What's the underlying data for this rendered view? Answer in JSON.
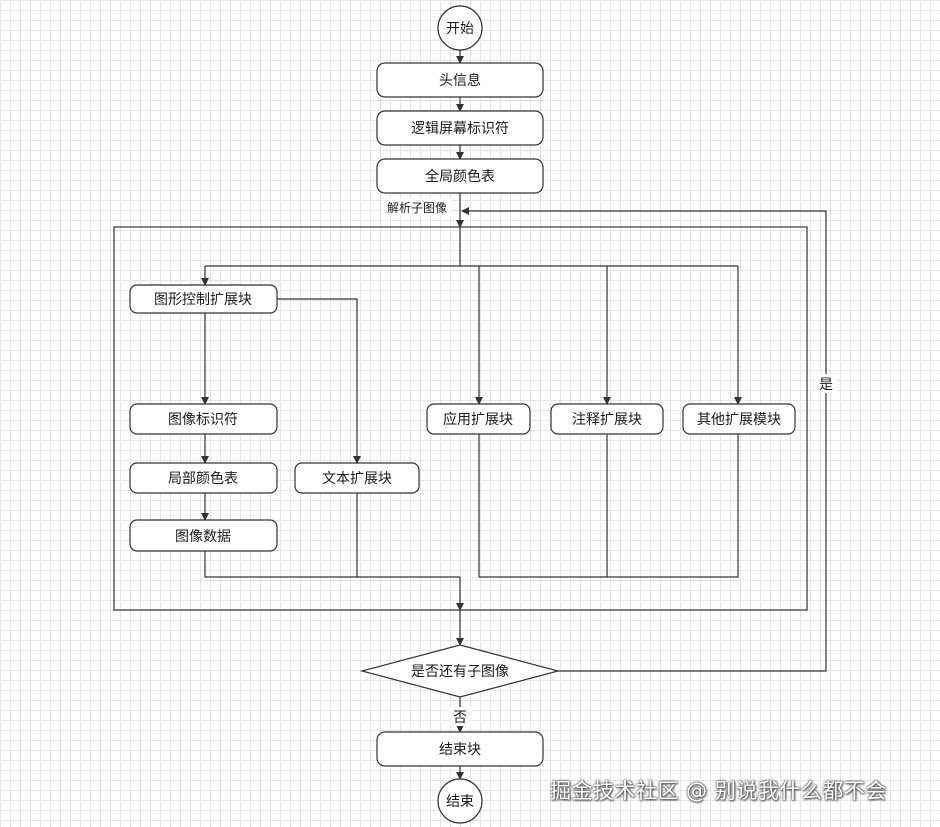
{
  "nodes": {
    "start": "开始",
    "header": "头信息",
    "lsd": "逻辑屏幕标识符",
    "gct": "全局颜色表",
    "gce": "图形控制扩展块",
    "img_desc": "图像标识符",
    "lct": "局部颜色表",
    "img_data": "图像数据",
    "text_ext": "文本扩展块",
    "app_ext": "应用扩展块",
    "comment_ext": "注释扩展块",
    "other_ext": "其他扩展模块",
    "decision": "是否还有子图像",
    "trailer": "结束块",
    "end": "结束"
  },
  "edges": {
    "parse_label": "解析子图像",
    "yes_label": "是",
    "no_label": "否"
  },
  "watermark": "掘金技术社区 @ 别说我什么都不会"
}
